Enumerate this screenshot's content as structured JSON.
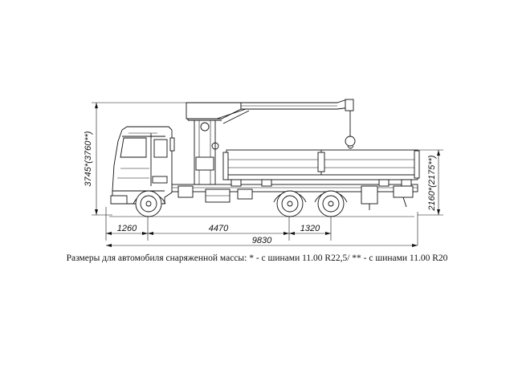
{
  "dimensions": {
    "height_total": "3745*(3760**)",
    "platform_height": "2160*(2175**)",
    "front_overhang": "1260",
    "wheelbase": "4470",
    "rear_axle_spacing": "1320",
    "overall_length": "9830"
  },
  "caption": "Размеры для автомобиля снаряженной массы: * - с шинами 11.00 R22,5/ ** - с шинами 11.00 R20"
}
